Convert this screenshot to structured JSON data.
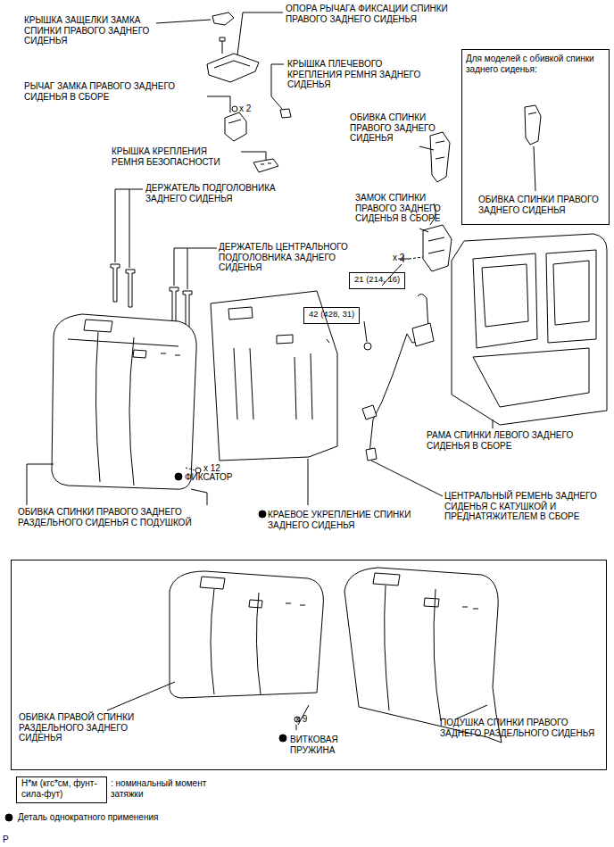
{
  "diagram": {
    "nodes": [
      {
        "text": [
          "Для моделей с обивкой спинки заднего сиденья:",
          "ОБИВКА СПИНКИ ПРАВОГО ЗАДНЕГО СИДЕНЬЯ"
        ]
      },
      {
        "text": [
          "21 (214, 16)"
        ]
      },
      {
        "text": [
          "42 (428, 31)"
        ]
      },
      {
        "text": [
          "ОБИВКА ПРАВОЙ СПИНКИ РАЗДЕЛЬНОГО ЗАДНЕГО СИДЕНЬЯ",
          "x 9",
          "ВИТКОВАЯ ПРУЖИНА",
          "ПОДУШКА СПИНКИ ПРАВОГО ЗАДНЕГО РАЗДЕЛЬНОГО СИДЕНЬЯ"
        ]
      },
      {
        "text": [
          "Н*м (кгс*см, фунт-сила-фут)"
        ]
      }
    ],
    "labels": [
      "КРЫШКА ЗАЩЕЛКИ ЗАМКА СПИНКИ ПРАВОГО ЗАДНЕГО СИДЕНЬЯ",
      "ОПОРА РЫЧАГА ФИКСАЦИИ СПИНКИ ПРАВОГО ЗАДНЕГО СИДЕНЬЯ",
      "КРЫШКА ПЛЕЧЕВОГО КРЕПЛЕНИЯ РЕМНЯ ЗАДНЕГО СИДЕНЬЯ",
      "РЫЧАГ ЗАМКА ПРАВОГО ЗАДНЕГО СИДЕНЬЯ В СБОРЕ",
      "x 2",
      "КРЫШКА КРЕПЛЕНИЯ РЕМНЯ БЕЗОПАСНОСТИ",
      "ОБИВКА СПИНКИ ПРАВОГО ЗАДНЕГО СИДЕНЬЯ",
      "ЗАМОК СПИНКИ ПРАВОГО ЗАДНЕГО СИДЕНЬЯ В СБОРЕ",
      "x 2",
      "ДЕРЖАТЕЛЬ ПОДГОЛОВНИКА ЗАДНЕГО СИДЕНЬЯ",
      "ДЕРЖАТЕЛЬ ЦЕНТРАЛЬНОГО ПОДГОЛОВНИКА ЗАДНЕГО СИДЕНЬЯ",
      "РАМА СПИНКИ ЛЕВОГО ЗАДНЕГО СИДЕНЬЯ В СБОРЕ",
      "x 12",
      "ФИКСАТОР",
      "ОБИВКА СПИНКИ ПРАВОГО ЗАДНЕГО РАЗДЕЛЬНОГО СИДЕНЬЯ С ПОДУШКОЙ",
      "КРАЕВОЕ УКРЕПЛЕНИЕ СПИНКИ ЗАДНЕГО СИДЕНЬЯ",
      "ЦЕНТРАЛЬНЫЙ РЕМЕНЬ ЗАДНЕГО СИДЕНЬЯ С КАТУШКОЙ И ПРЕДНАТЯЖИТЕЛЕМ В СБОРЕ",
      "P"
    ],
    "legend": [
      {
        "text": ": номинальный момент затяжки"
      },
      {
        "text": "Деталь однократного применения"
      }
    ]
  }
}
